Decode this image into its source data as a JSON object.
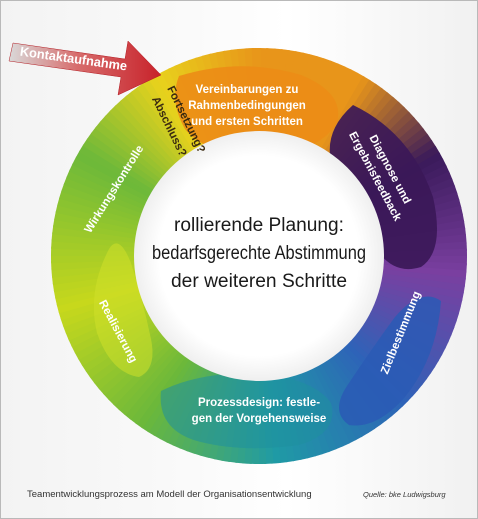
{
  "arrow": {
    "label": "Kontaktaufnahme"
  },
  "segments": [
    {
      "id": "vereinbarungen",
      "lines": [
        "Vereinbarungen zu",
        "Rahmenbedingungen",
        "und ersten Schritten"
      ]
    },
    {
      "id": "diagnose",
      "lines": [
        "Diagnose und",
        "Ergebnisfeedback"
      ]
    },
    {
      "id": "ziel",
      "lines": [
        "Zielbestimmung"
      ]
    },
    {
      "id": "prozess",
      "lines": [
        "Prozessdesign: festle-",
        "gen der Vorgehensweise"
      ]
    },
    {
      "id": "realisierung",
      "lines": [
        "Realisierung"
      ]
    },
    {
      "id": "wirkung",
      "lines": [
        "Wirkungskontrolle"
      ]
    },
    {
      "id": "fortsetzung",
      "lines": [
        "Fortsetzung?",
        "Abschluss?"
      ]
    }
  ],
  "center": {
    "line1": "rollierende Planung:",
    "line2": "bedarfsgerechte Abstimmung",
    "line3": "der weiteren Schritte"
  },
  "footer": {
    "caption": "Teamentwicklungsprozess am Modell der Organisationsentwicklung",
    "source": "Quelle: bke Ludwigsburg"
  },
  "colors": {
    "yellow": "#e8d21c",
    "orange": "#e8951a",
    "dark_purple": "#3a1a5a",
    "purple": "#7a3fa0",
    "blue": "#2e63b8",
    "teal": "#1f9aa5",
    "green": "#6cb83a",
    "lime": "#c7d81c",
    "arrow": "#c8222a"
  }
}
